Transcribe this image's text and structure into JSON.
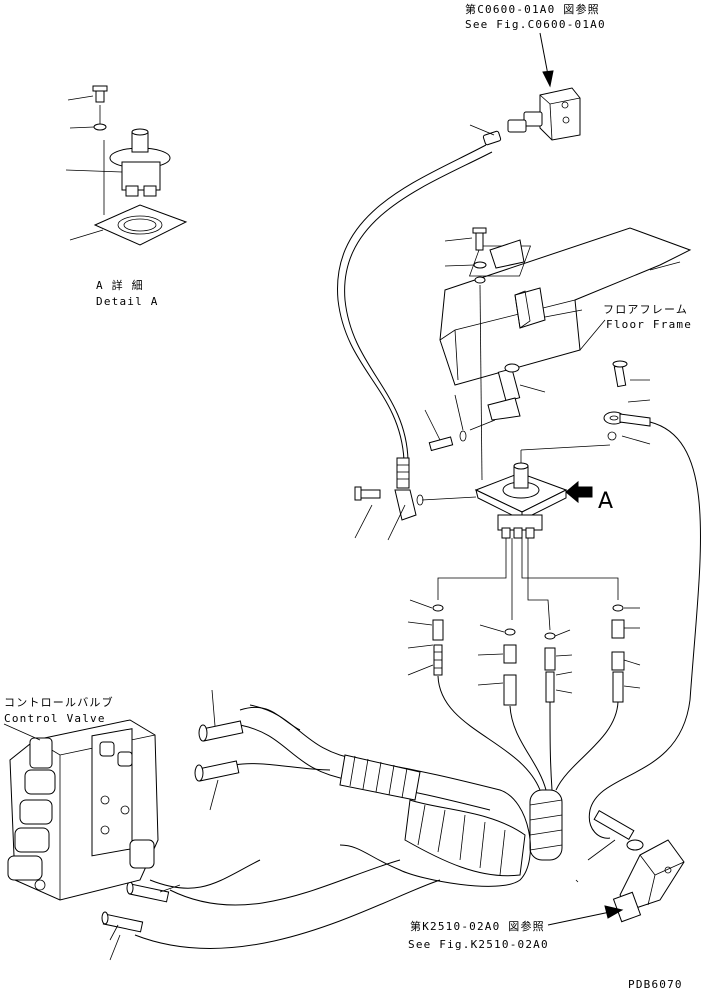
{
  "refs": {
    "top_jp": "第C0600-01A0 図参照",
    "top_en": "See Fig.C0600-01A0",
    "bottom_jp": "第K2510-02A0 図参照",
    "bottom_en": "See Fig.K2510-02A0"
  },
  "detail": {
    "jp": "A 詳 細",
    "en": "Detail A",
    "arrow_label": "A"
  },
  "floor_frame": {
    "jp": "フロアフレーム",
    "en": "Floor Frame"
  },
  "control_valve": {
    "jp": "コントロールバルブ",
    "en": "Control Valve"
  },
  "drawing_no": "PDB6070"
}
